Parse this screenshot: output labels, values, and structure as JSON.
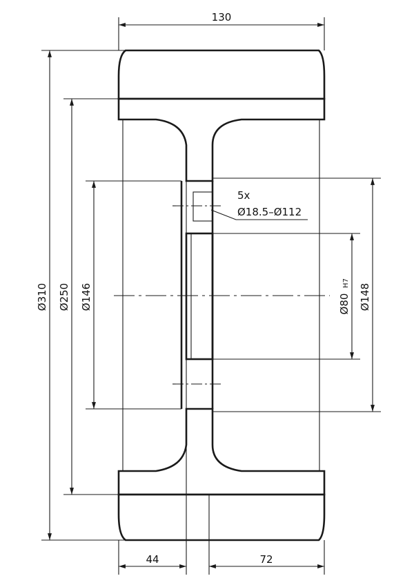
{
  "drawing": {
    "dims": {
      "width_overall": "130",
      "d_outer": "Ø310",
      "d_rim": "Ø250",
      "d_flange_inner": "Ø146",
      "d_bore": "Ø80",
      "bore_tol": "H7",
      "d_flange_outer": "Ø148",
      "left_offset": "44",
      "right_offset": "72",
      "holes_count": "5x",
      "holes_spec": "Ø18.5–Ø112"
    },
    "colors": {
      "line": "#1a1a1a",
      "background": "#ffffff"
    }
  }
}
